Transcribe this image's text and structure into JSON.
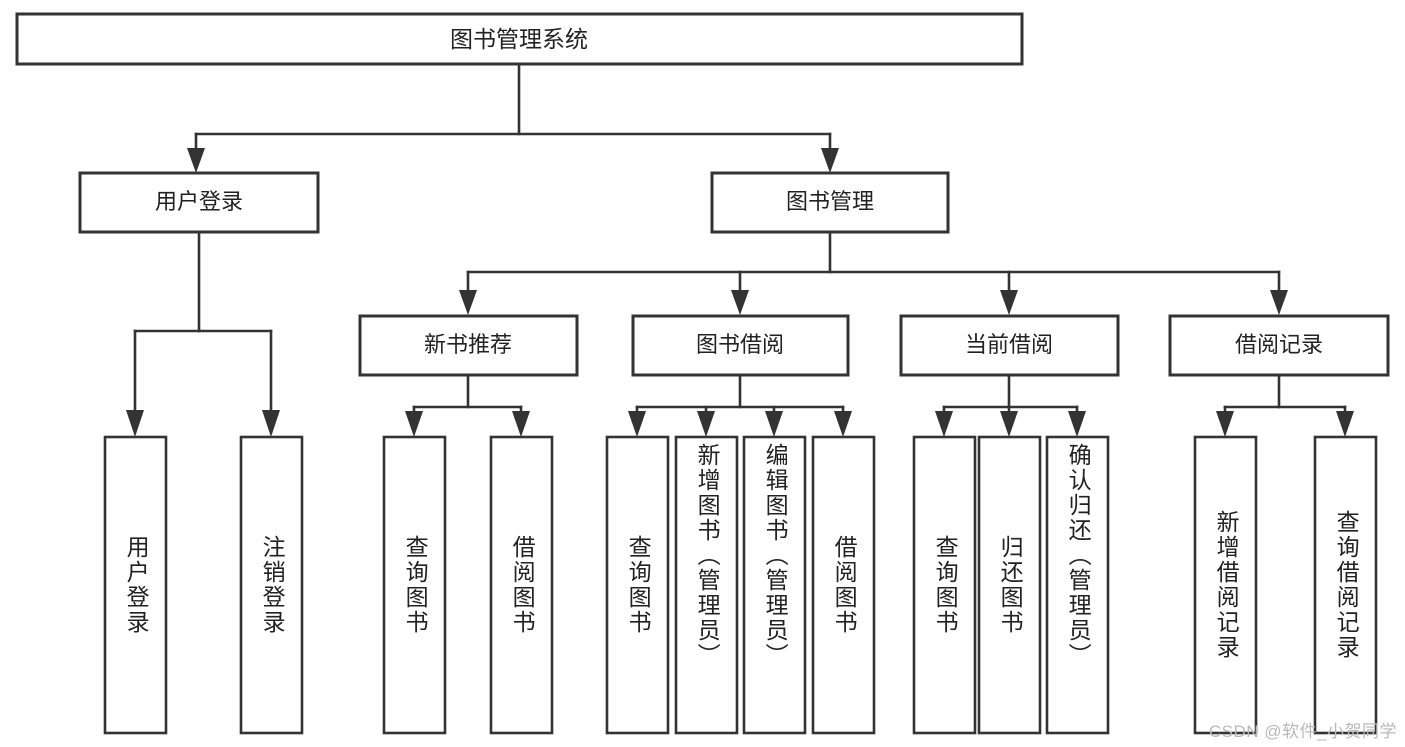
{
  "diagram": {
    "type": "tree-hierarchy",
    "title_node": {
      "label": "图书管理系统"
    },
    "level2": [
      {
        "label": "用户登录"
      },
      {
        "label": "图书管理"
      }
    ],
    "level3": [
      {
        "label": "新书推荐"
      },
      {
        "label": "图书借阅"
      },
      {
        "label": "当前借阅"
      },
      {
        "label": "借阅记录"
      }
    ],
    "leaves": {
      "user_login": [
        {
          "label": "用户登录"
        },
        {
          "label": "注销登录"
        }
      ],
      "new_book_recommend": [
        {
          "label": "查询图书"
        },
        {
          "label": "借阅图书"
        }
      ],
      "book_borrow": [
        {
          "label": "查询图书"
        },
        {
          "label": "新增图书（管理员）"
        },
        {
          "label": "编辑图书（管理员）"
        },
        {
          "label": "借阅图书"
        }
      ],
      "current_borrow": [
        {
          "label": "查询图书"
        },
        {
          "label": "归还图书"
        },
        {
          "label": "确认归还（管理员）"
        }
      ],
      "borrow_record": [
        {
          "label": "新增借阅记录"
        },
        {
          "label": "查询借阅记录"
        }
      ]
    }
  },
  "watermark": {
    "text": "CSDN @软件_小贺同学"
  },
  "colors": {
    "stroke": "#333333",
    "fill": "#ffffff",
    "text": "#222222",
    "watermark": "#b9b9b9"
  }
}
